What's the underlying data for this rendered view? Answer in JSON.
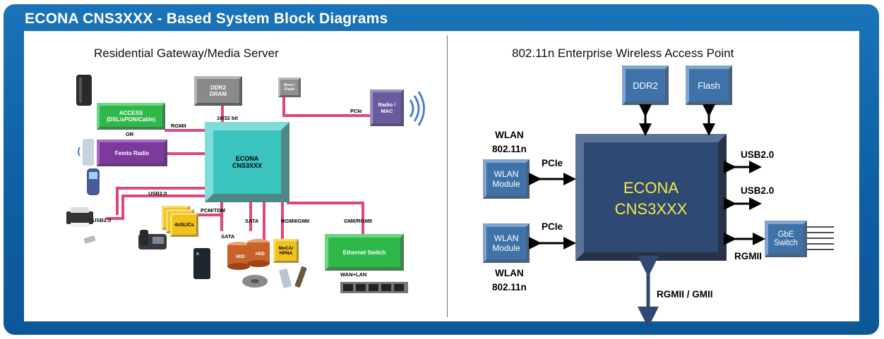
{
  "title": "ECONA CNS3XXX - Based System Block Diagrams",
  "left": {
    "title": "Residential Gateway/Media Server",
    "ddr2": "DDR2\nDRAM",
    "boot": "Boot /\nFlash",
    "radio": "Radio /\nMAC",
    "access": "ACCESS\n(DSL/xPON/Cable)",
    "or": "OR",
    "femto": "Femto Radio",
    "cpu": "ECONA\nCNS3XXX",
    "slics": "4xSLICs",
    "hdd": "HDD",
    "moca": "MoCA/\nHPNA",
    "eth": "Ethernet Switch",
    "labels": {
      "bus": "16/32 bit",
      "rgmii": "RGMII",
      "pcie": "PCIe",
      "usb_top": "USB2.0",
      "usb_left": "USB2.0",
      "pcm": "PCM/TDM",
      "sata1": "SATA",
      "sata2": "SATA",
      "rgmii_gmii": "RGMII/GMII",
      "gmii_rgmii": "GMII/RGMII",
      "wanlan": "WAN+LAN"
    }
  },
  "right": {
    "title": "802.11n Enterprise Wireless Access Point",
    "ddr2": "DDR2",
    "flash": "Flash",
    "cpu_line1": "ECONA",
    "cpu_line2": "CNS3XXX",
    "wlan_module": "WLAN\nModule",
    "gbe": "GbE\nSwitch",
    "labels": {
      "wlan_top": "WLAN\n802.11n",
      "wlan_bottom": "WLAN\n802.11n",
      "pcie1": "PCIe",
      "pcie2": "PCIe",
      "usb1": "USB2.0",
      "usb2": "USB2.0",
      "rgmii": "RGMII",
      "rgmii_gmii": "RGMII / GMII"
    }
  },
  "colors": {
    "frame": "#1166ad",
    "pink_bus": "#e0457b",
    "cpu_left": "#3cc4c0",
    "access_green": "#2fb84a",
    "femto_purple": "#7b3a9c",
    "radio_purple": "#6a5a9e",
    "slic_yellow": "#f2c21a",
    "cpu_right": "#2e4a72",
    "wlan_blue": "#3f72a8"
  }
}
